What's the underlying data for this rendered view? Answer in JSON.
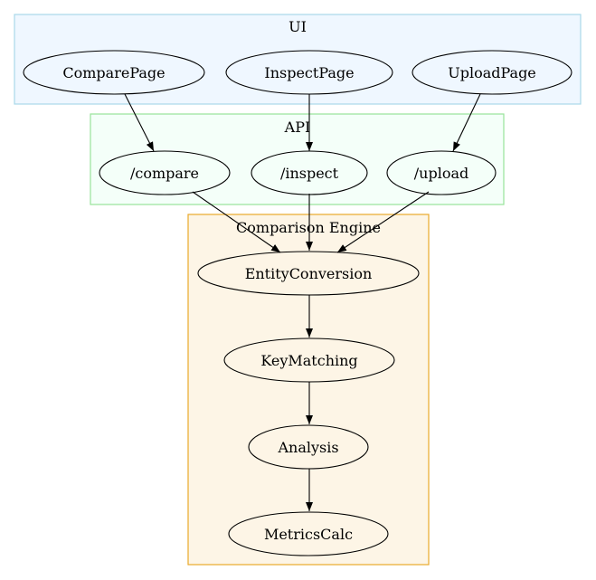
{
  "clusters": {
    "ui": {
      "label": "UI",
      "fill": "#eff7ff",
      "stroke": "#a9d8e8"
    },
    "api": {
      "label": "API",
      "fill": "#f4fff9",
      "stroke": "#98e39a"
    },
    "engine": {
      "label": "Comparison Engine",
      "fill": "#fdf5e6",
      "stroke": "#e9a92a"
    }
  },
  "nodes": {
    "compare_page": "ComparePage",
    "inspect_page": "InspectPage",
    "upload_page": "UploadPage",
    "compare_api": "/compare",
    "inspect_api": "/inspect",
    "upload_api": "/upload",
    "entity_conversion": "EntityConversion",
    "key_matching": "KeyMatching",
    "analysis": "Analysis",
    "metrics_calc": "MetricsCalc"
  },
  "edges": [
    {
      "from": "ComparePage",
      "to": "/compare"
    },
    {
      "from": "InspectPage",
      "to": "/inspect"
    },
    {
      "from": "UploadPage",
      "to": "/upload"
    },
    {
      "from": "/compare",
      "to": "EntityConversion"
    },
    {
      "from": "/inspect",
      "to": "EntityConversion"
    },
    {
      "from": "/upload",
      "to": "EntityConversion"
    },
    {
      "from": "EntityConversion",
      "to": "KeyMatching"
    },
    {
      "from": "KeyMatching",
      "to": "Analysis"
    },
    {
      "from": "Analysis",
      "to": "MetricsCalc"
    }
  ]
}
